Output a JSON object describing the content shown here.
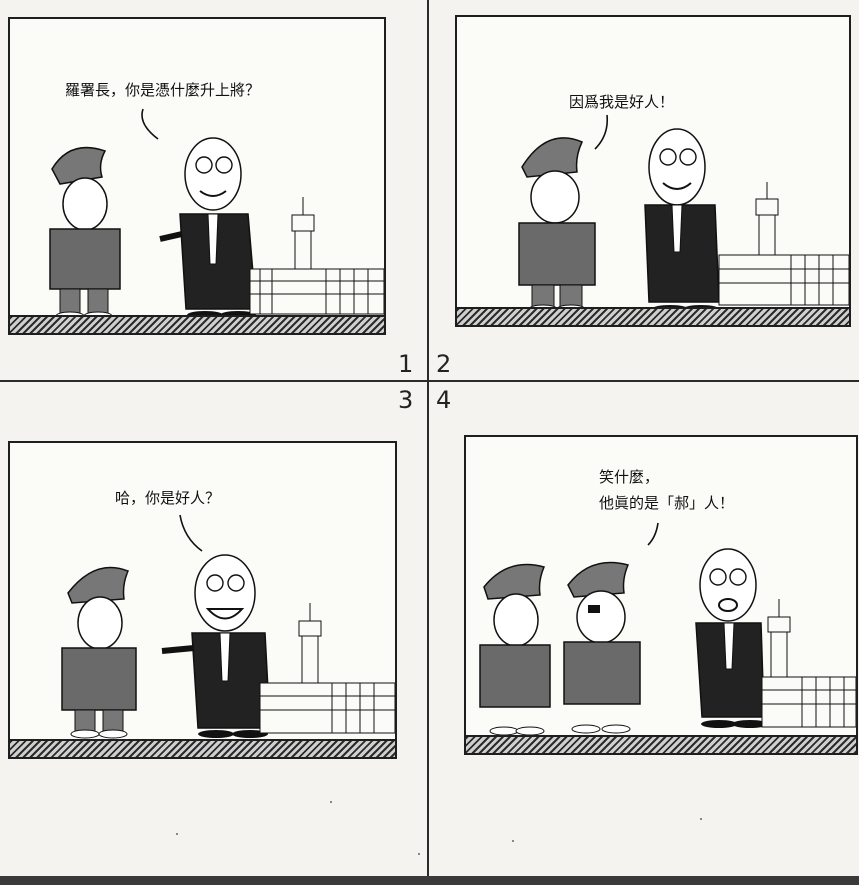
{
  "panel_numbers": {
    "p1": "1",
    "p2": "2",
    "p3": "3",
    "p4": "4"
  },
  "panels": [
    {
      "speech_lines": [
        "羅署長，你是憑什麼升上將？"
      ]
    },
    {
      "speech_lines": [
        "因爲我是好人！"
      ]
    },
    {
      "speech_lines": [
        "哈，你是好人？"
      ]
    },
    {
      "speech_lines": [
        "笑什麼，",
        "他眞的是「郝」人！"
      ]
    }
  ],
  "colors": {
    "ink": "#1e1e1e",
    "paper": "#fbfbf8",
    "uniform": "#6a6a6a",
    "suit": "#222222"
  }
}
